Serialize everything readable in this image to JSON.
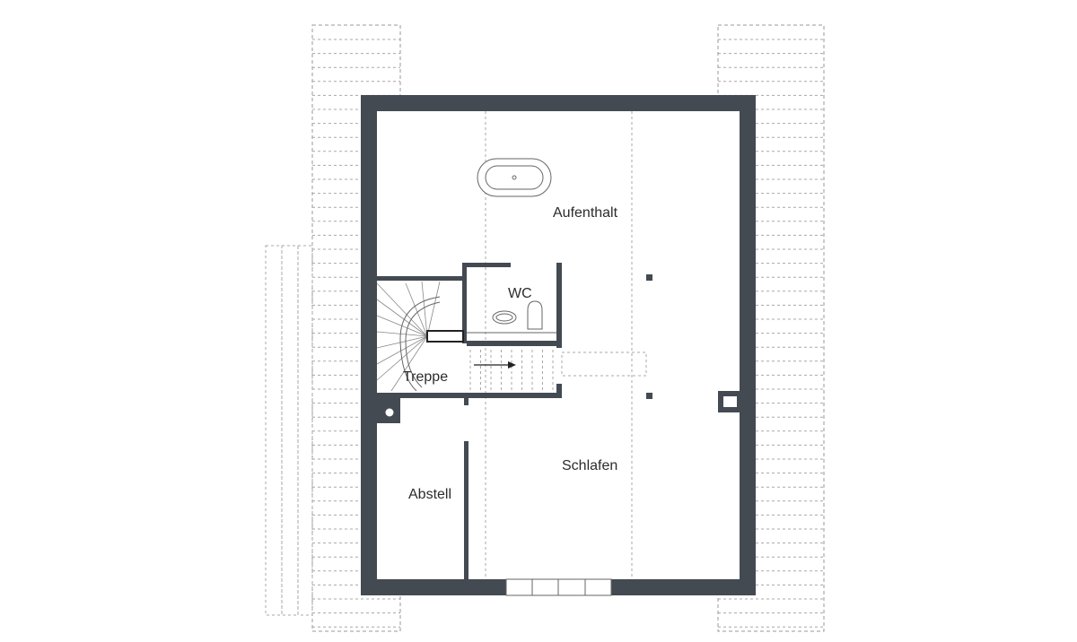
{
  "rooms": {
    "aufenthalt": "Aufenthalt",
    "wc": "WC",
    "treppe": "Treppe",
    "schlafen": "Schlafen",
    "abstell": "Abstell"
  },
  "colors": {
    "wall": "#444a52",
    "dashed_outline": "#9a9a9a",
    "background": "#ffffff"
  }
}
